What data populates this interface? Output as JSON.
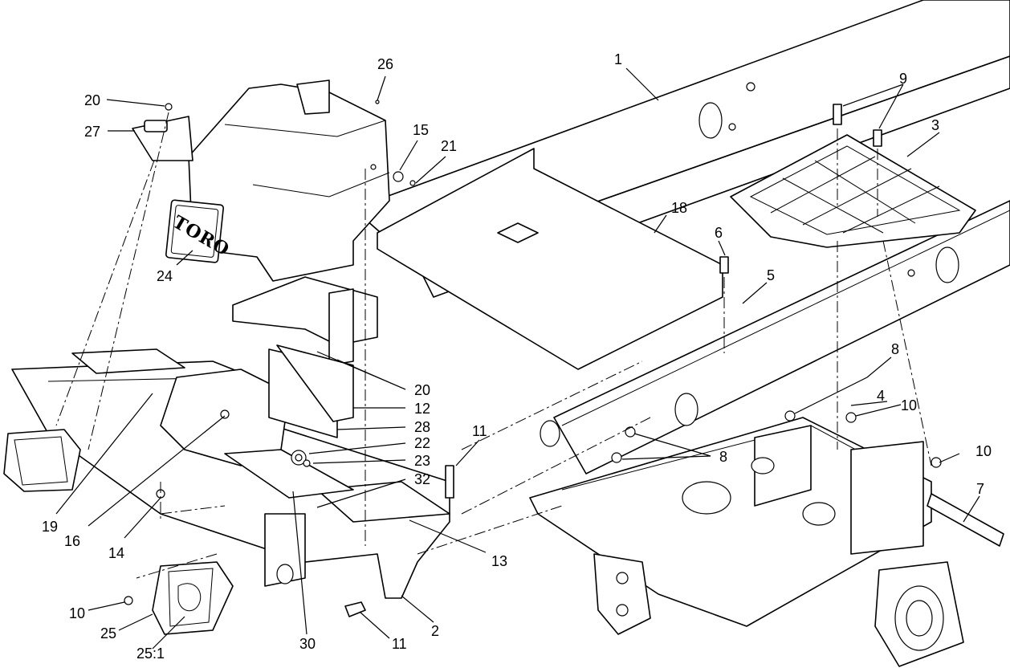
{
  "logo": {
    "text": "TORO"
  },
  "callouts": [
    {
      "id": "c1",
      "text": "1"
    },
    {
      "id": "c3",
      "text": "3"
    },
    {
      "id": "c9",
      "text": "9"
    },
    {
      "id": "c26",
      "text": "26"
    },
    {
      "id": "c20a",
      "text": "20"
    },
    {
      "id": "c27",
      "text": "27"
    },
    {
      "id": "c15",
      "text": "15"
    },
    {
      "id": "c21",
      "text": "21"
    },
    {
      "id": "c18",
      "text": "18"
    },
    {
      "id": "c6",
      "text": "6"
    },
    {
      "id": "c5",
      "text": "5"
    },
    {
      "id": "c24",
      "text": "24"
    },
    {
      "id": "c8a",
      "text": "8"
    },
    {
      "id": "c4",
      "text": "4"
    },
    {
      "id": "c10a",
      "text": "10"
    },
    {
      "id": "c20b",
      "text": "20"
    },
    {
      "id": "c12",
      "text": "12"
    },
    {
      "id": "c28",
      "text": "28"
    },
    {
      "id": "c22",
      "text": "22"
    },
    {
      "id": "c23",
      "text": "23"
    },
    {
      "id": "c11a",
      "text": "11"
    },
    {
      "id": "c32",
      "text": "32"
    },
    {
      "id": "c8b",
      "text": "8"
    },
    {
      "id": "c10b",
      "text": "10"
    },
    {
      "id": "c7",
      "text": "7"
    },
    {
      "id": "c19",
      "text": "19"
    },
    {
      "id": "c16",
      "text": "16"
    },
    {
      "id": "c14",
      "text": "14"
    },
    {
      "id": "c13",
      "text": "13"
    },
    {
      "id": "c10c",
      "text": "10"
    },
    {
      "id": "c25",
      "text": "25"
    },
    {
      "id": "c25_1",
      "text": "25:1"
    },
    {
      "id": "c30",
      "text": "30"
    },
    {
      "id": "c11b",
      "text": "11"
    },
    {
      "id": "c2",
      "text": "2"
    }
  ]
}
